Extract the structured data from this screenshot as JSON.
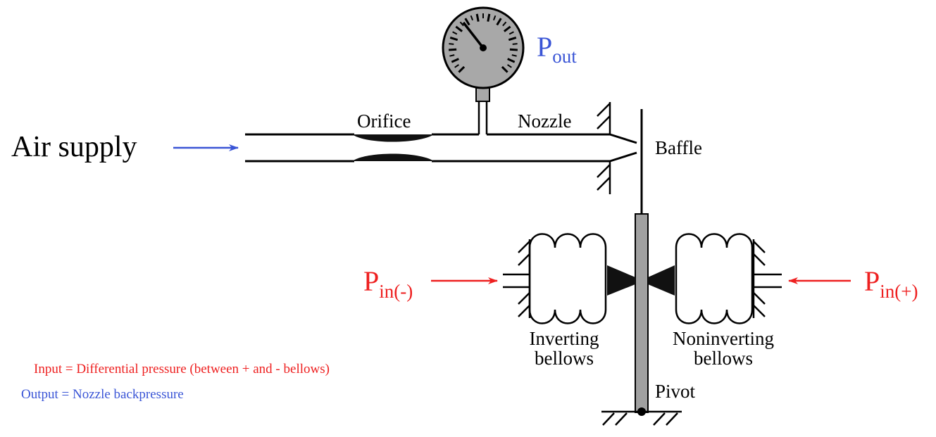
{
  "labels": {
    "air_supply": "Air supply",
    "orifice": "Orifice",
    "nozzle": "Nozzle",
    "baffle": "Baffle",
    "pivot": "Pivot",
    "inverting_line1": "Inverting",
    "inverting_line2": "bellows",
    "noninverting_line1": "Noninverting",
    "noninverting_line2": "bellows"
  },
  "pressures": {
    "p_out": {
      "symbol": "P",
      "subscript": "out"
    },
    "p_in_minus": {
      "symbol": "P",
      "subscript": "in(-)"
    },
    "p_in_plus": {
      "symbol": "P",
      "subscript": "in(+)"
    }
  },
  "notes": {
    "input": "Input = Differential pressure (between + and - bellows)",
    "output": "Output = Nozzle backpressure"
  },
  "colors": {
    "input": "#ee2020",
    "output": "#3a55d6",
    "gauge_face": "#a8a8a8",
    "lever": "#a0a0a0"
  }
}
